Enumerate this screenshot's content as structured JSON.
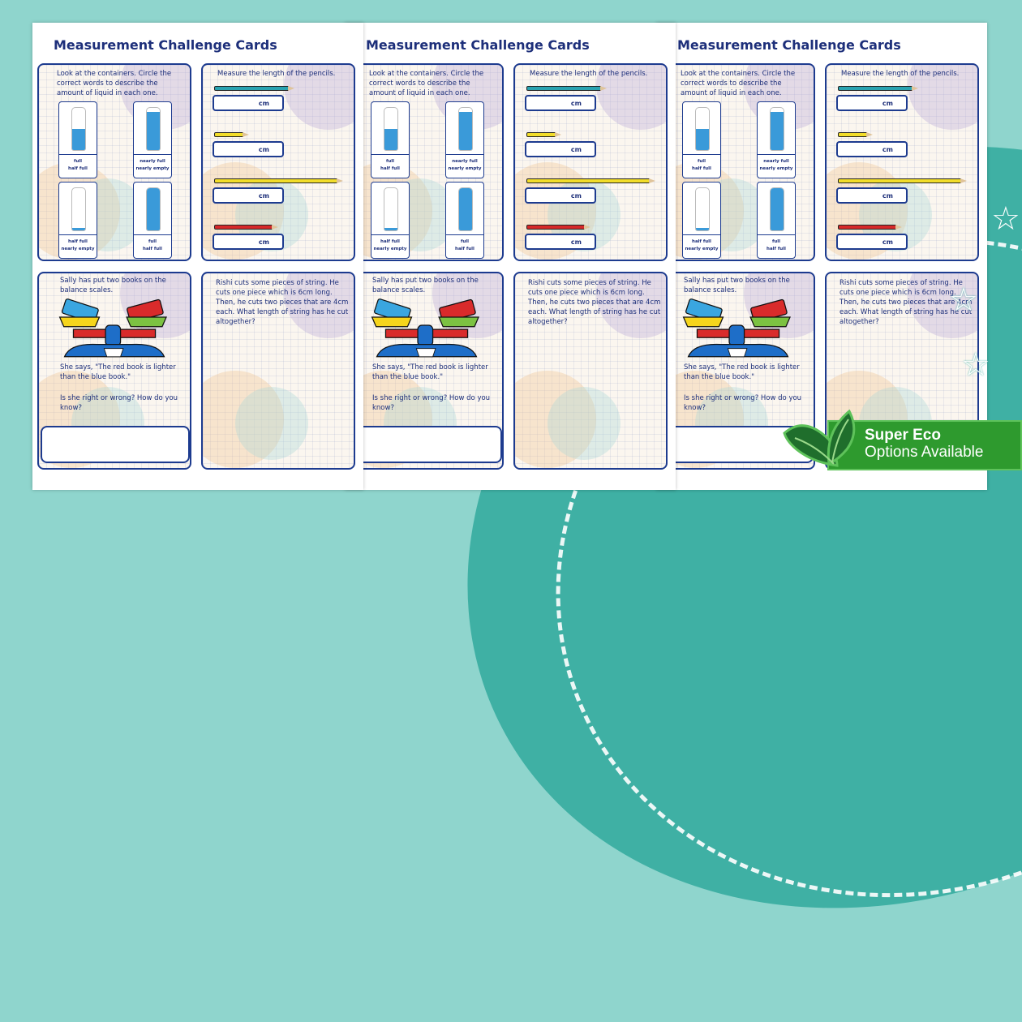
{
  "colors": {
    "background": "#8fd5cd",
    "accent": "#1d3b8f",
    "eco_green": "#2e9a2e"
  },
  "pages": [
    {
      "title": "Measurement Challenge Cards",
      "containers": {
        "instruction": "Look at the containers. Circle the correct words to describe the amount of liquid in each one.",
        "bottles": [
          {
            "level": 0.5,
            "option1": "full",
            "option2": "half full"
          },
          {
            "level": 0.9,
            "option1": "nearly full",
            "option2": "nearly empty"
          },
          {
            "level": 0.05,
            "option1": "half full",
            "option2": "nearly empty"
          },
          {
            "level": 1.0,
            "option1": "full",
            "option2": "half full"
          }
        ]
      },
      "pencils": {
        "instruction": "Measure the length of the pencils.",
        "unit": "cm",
        "items": [
          {
            "color": "#2aa3b0"
          },
          {
            "color": "#f2dd2a"
          },
          {
            "color": "#f2dd2a"
          },
          {
            "color": "#d62828"
          }
        ]
      },
      "scales": {
        "intro": "Sally has put two books on the balance scales.",
        "quote": "She says, \"The red book is lighter than the blue book.\"",
        "question": "Is she right or wrong? How do you know?"
      },
      "string": {
        "question": "Rishi cuts some pieces of string. He cuts one piece which is 6cm long. Then, he cuts two pieces that are 4cm each. What length of string has he cut altogether?"
      }
    }
  ],
  "page_copies": 3,
  "badge": {
    "line1": "Super Eco",
    "line2": "Options Available",
    "icon": "leaf-icon"
  }
}
